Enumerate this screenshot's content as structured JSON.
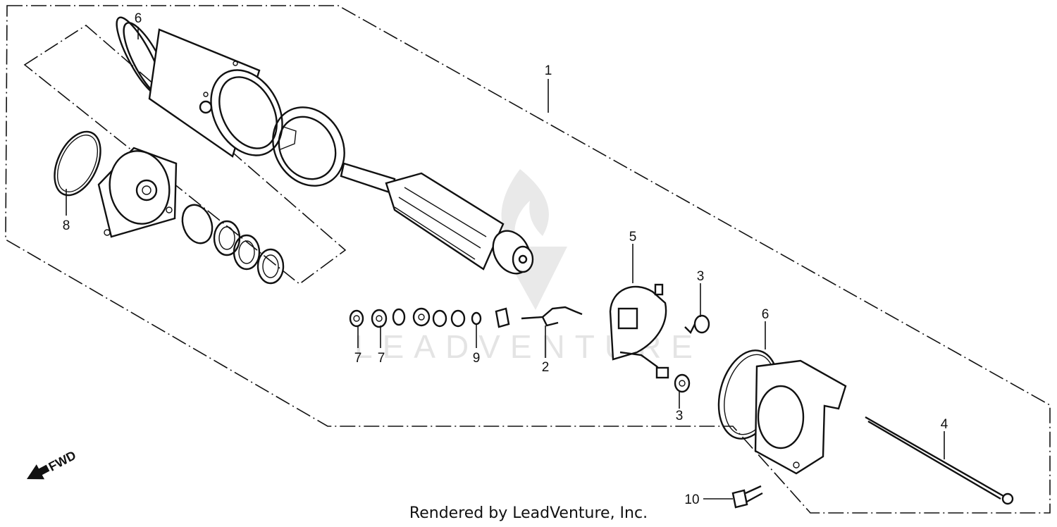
{
  "diagram": {
    "callouts": {
      "c1": "1",
      "c2": "2",
      "c3a": "3",
      "c3b": "3",
      "c4": "4",
      "c5": "5",
      "c6a": "6",
      "c6b": "6",
      "c7a": "7",
      "c7b": "7",
      "c8": "8",
      "c9": "9",
      "c10": "10"
    },
    "fwd_label": "FWD",
    "watermark_text": "LEADVENTURE",
    "credit": "Rendered by LeadVenture, Inc."
  }
}
